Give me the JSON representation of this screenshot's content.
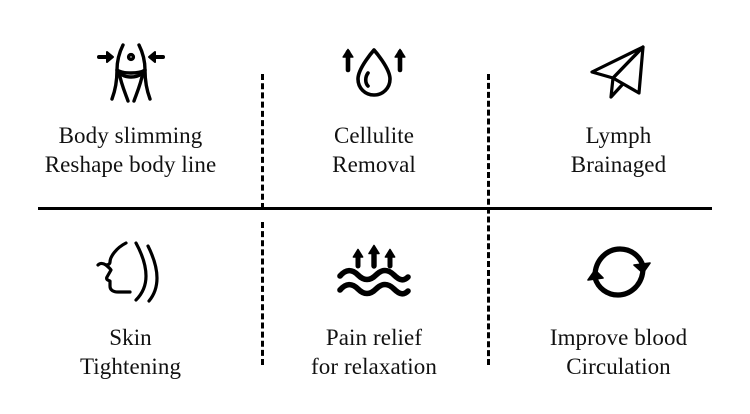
{
  "board": {
    "background": "#ffffff",
    "line_color": "#000000",
    "text_color": "#111111",
    "columns": 3,
    "rows": 2
  },
  "features": [
    {
      "icon": "body-slimming-waist-icon",
      "lines": [
        "Body slimming",
        "Reshape body line"
      ]
    },
    {
      "icon": "water-droplet-up-arrows-icon",
      "lines": [
        "Cellulite",
        "Removal"
      ]
    },
    {
      "icon": "paper-plane-icon",
      "lines": [
        "Lymph",
        "Brainaged"
      ]
    },
    {
      "icon": "face-profile-icon",
      "lines": [
        "Skin",
        "Tightening"
      ]
    },
    {
      "icon": "waves-up-arrows-icon",
      "lines": [
        "Pain relief",
        "for relaxation"
      ]
    },
    {
      "icon": "circular-arrows-icon",
      "lines": [
        "Improve blood",
        "Circulation"
      ]
    }
  ]
}
